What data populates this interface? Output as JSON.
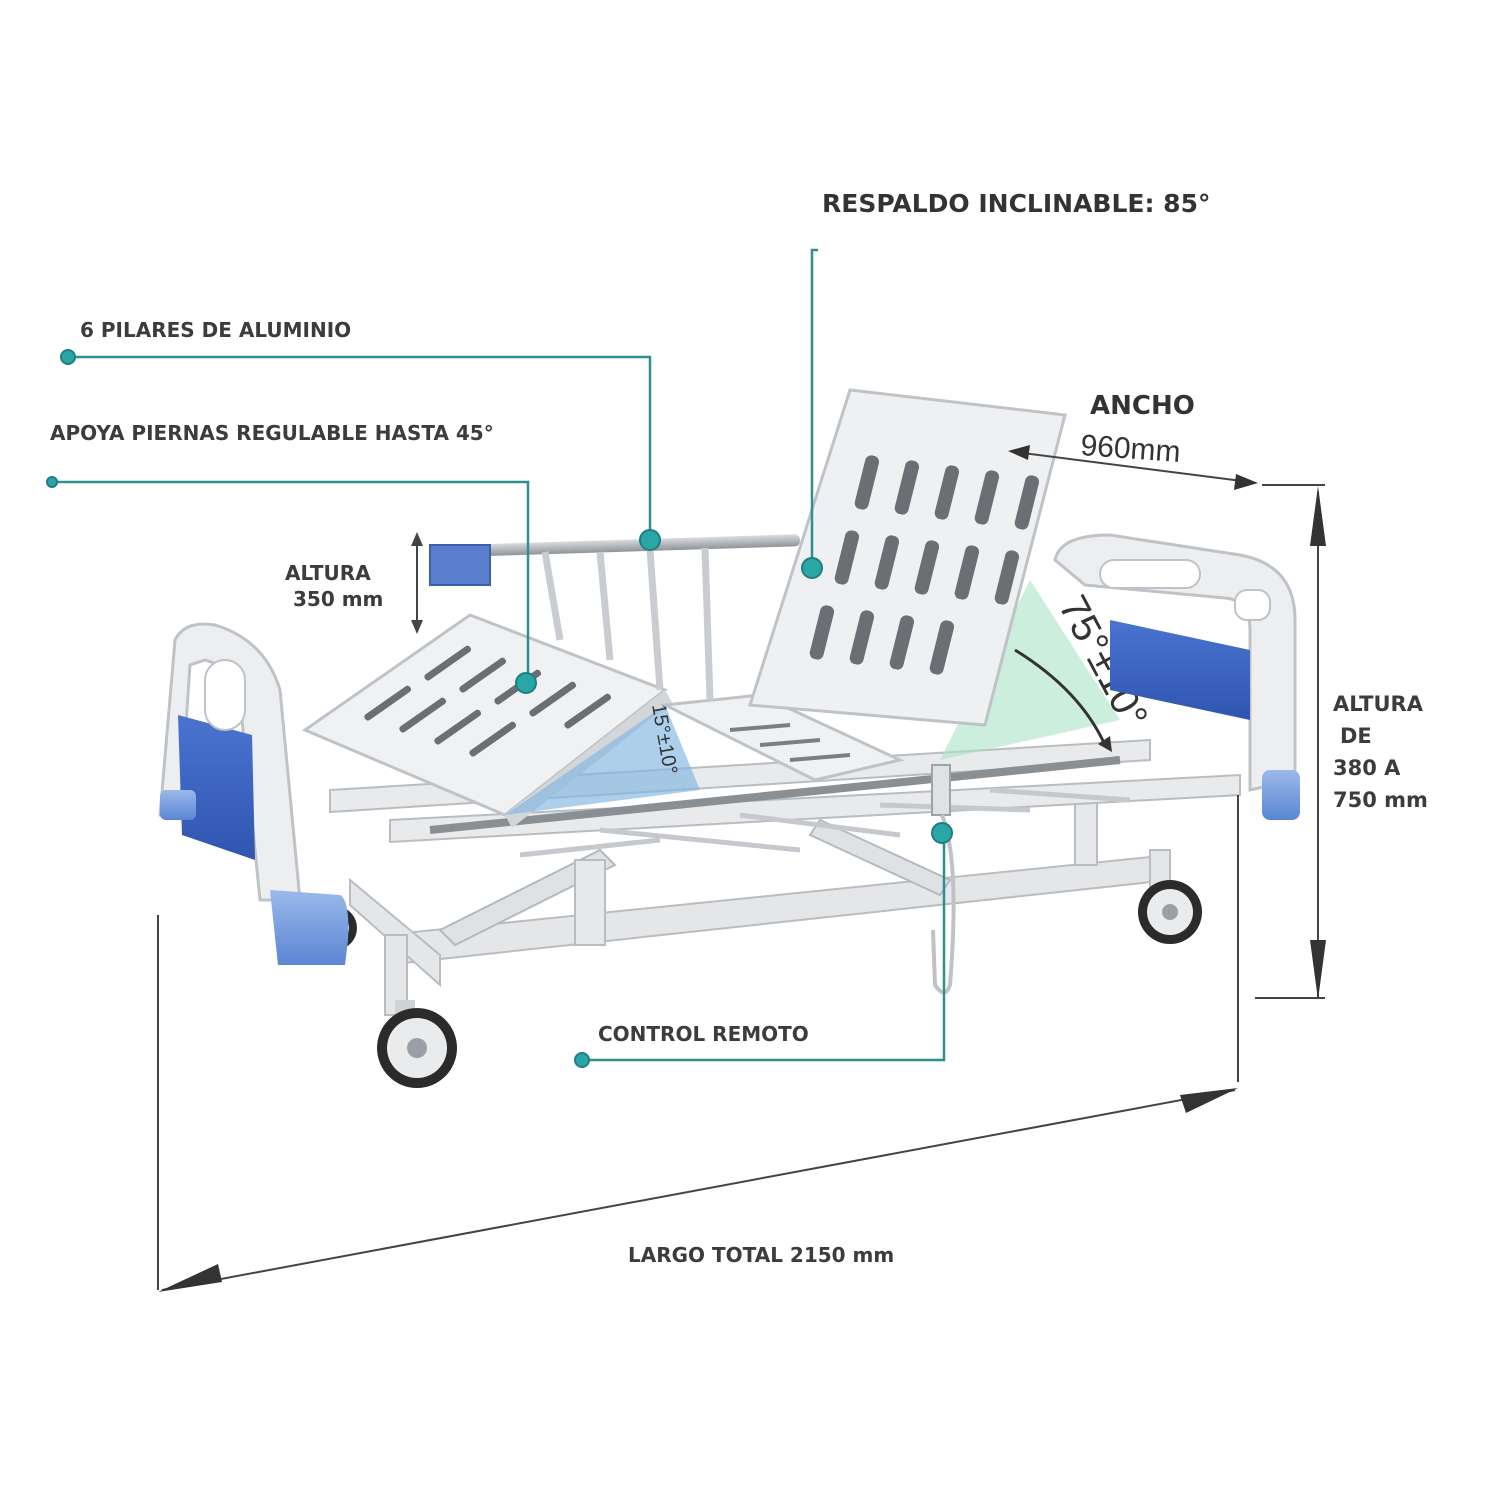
{
  "labels": {
    "respaldo": "RESPALDO INCLINABLE: 85°",
    "pilares": "6 PILARES DE ALUMINIO",
    "apoya": "APOYA PIERNAS REGULABLE HASTA 45°",
    "altura_350_line1": "ALTURA",
    "altura_350_line2": "350 mm",
    "ancho_title": "ANCHO",
    "ancho_value": "960mm",
    "angle_back": "75°±10°",
    "angle_leg": "15°±10°",
    "altura_right_line1": "ALTURA",
    "altura_right_line2": "DE",
    "altura_right_line3": "380 A",
    "altura_right_line4": "750 mm",
    "control": "CONTROL REMOTO",
    "largo": "LARGO TOTAL 2150 mm"
  },
  "colors": {
    "callout": "#2f8f8f",
    "dot": "#2aa6a6",
    "panel_blue": "#3f66c2",
    "frame_grey": "#e6e8ea"
  }
}
